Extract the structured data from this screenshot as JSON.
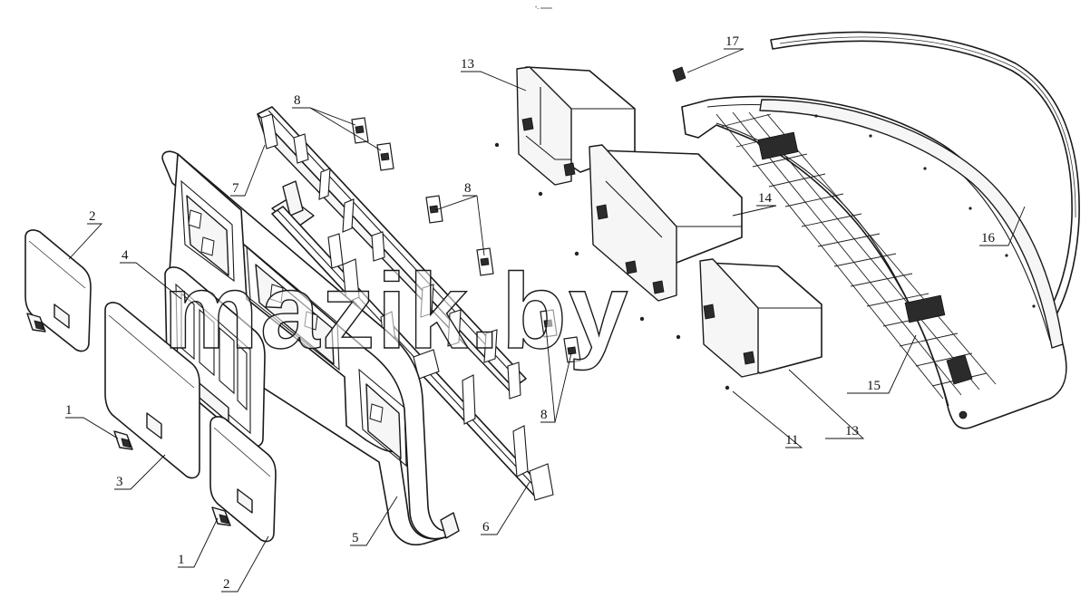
{
  "watermark": "mazik.by",
  "header_mark": "°- ═══",
  "callouts": [
    {
      "id": "c1a",
      "label": "1"
    },
    {
      "id": "c1b",
      "label": "1"
    },
    {
      "id": "c2a",
      "label": "2"
    },
    {
      "id": "c2b",
      "label": "2"
    },
    {
      "id": "c3",
      "label": "3"
    },
    {
      "id": "c4",
      "label": "4"
    },
    {
      "id": "c5",
      "label": "5"
    },
    {
      "id": "c6",
      "label": "6"
    },
    {
      "id": "c7",
      "label": "7"
    },
    {
      "id": "c8a",
      "label": "8"
    },
    {
      "id": "c8b",
      "label": "8"
    },
    {
      "id": "c8c",
      "label": "8"
    },
    {
      "id": "c11",
      "label": "11"
    },
    {
      "id": "c13a",
      "label": "13"
    },
    {
      "id": "c13b",
      "label": "13"
    },
    {
      "id": "c14",
      "label": "14"
    },
    {
      "id": "c15",
      "label": "15"
    },
    {
      "id": "c16",
      "label": "16"
    },
    {
      "id": "c17",
      "label": "17"
    }
  ]
}
